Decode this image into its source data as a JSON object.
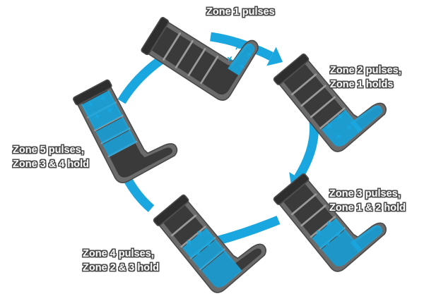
{
  "colors": {
    "accent": "#1aa7e0",
    "boot_dark": "#3a3a3a",
    "boot_mid": "#6b6b6b",
    "boot_light": "#9a9a9a",
    "label_outline": "#4a4a4a"
  },
  "stages": [
    {
      "lines": [
        "Zone 1 pulses"
      ],
      "pulsing_zones": [
        1
      ],
      "holding_zones": []
    },
    {
      "lines": [
        "Zone 2 pulses,",
        "Zone 1 holds"
      ],
      "pulsing_zones": [
        2
      ],
      "holding_zones": [
        1
      ]
    },
    {
      "lines": [
        "Zone 3 pulses,",
        "Zone 1 & 2 hold"
      ],
      "pulsing_zones": [
        3
      ],
      "holding_zones": [
        1,
        2
      ]
    },
    {
      "lines": [
        "Zone 4 pulses,",
        "Zone 2 & 3 hold"
      ],
      "pulsing_zones": [
        4
      ],
      "holding_zones": [
        2,
        3
      ]
    },
    {
      "lines": [
        "Zone 5 pulses,",
        "Zone 3 & 4 hold"
      ],
      "pulsing_zones": [
        5
      ],
      "holding_zones": [
        3,
        4
      ]
    }
  ]
}
